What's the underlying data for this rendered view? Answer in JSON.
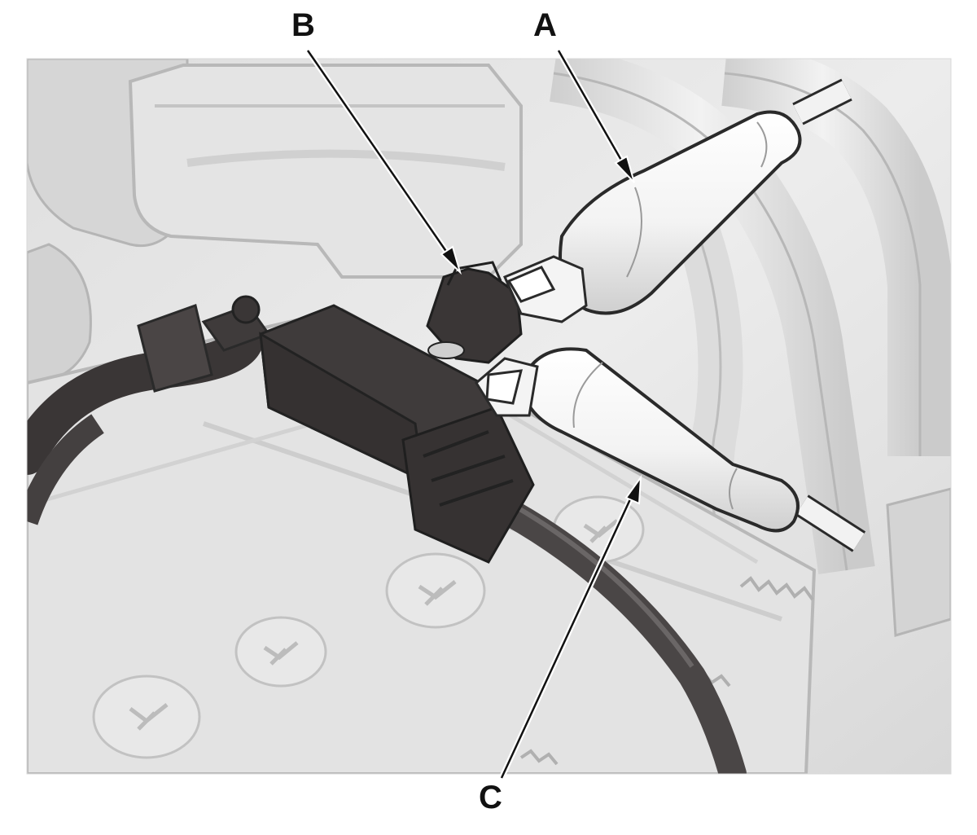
{
  "figure": {
    "callouts": [
      {
        "id": "A",
        "label": "A"
      },
      {
        "id": "B",
        "label": "B"
      },
      {
        "id": "C",
        "label": "C"
      }
    ]
  },
  "colors": {
    "background": "#ffffff",
    "illustration_light": "#e6e6e6",
    "illustration_mid": "#c9c9c9",
    "component_dark": "#3f3b3b",
    "cable_dark": "#4a4646",
    "probe_light": "#f4f4f4",
    "outline": "#2a2a2a",
    "label": "#111111"
  },
  "icons": {
    "probe_a": "test-probe-icon",
    "probe_c": "test-probe-icon",
    "connector_b": "electrical-connector-icon"
  }
}
